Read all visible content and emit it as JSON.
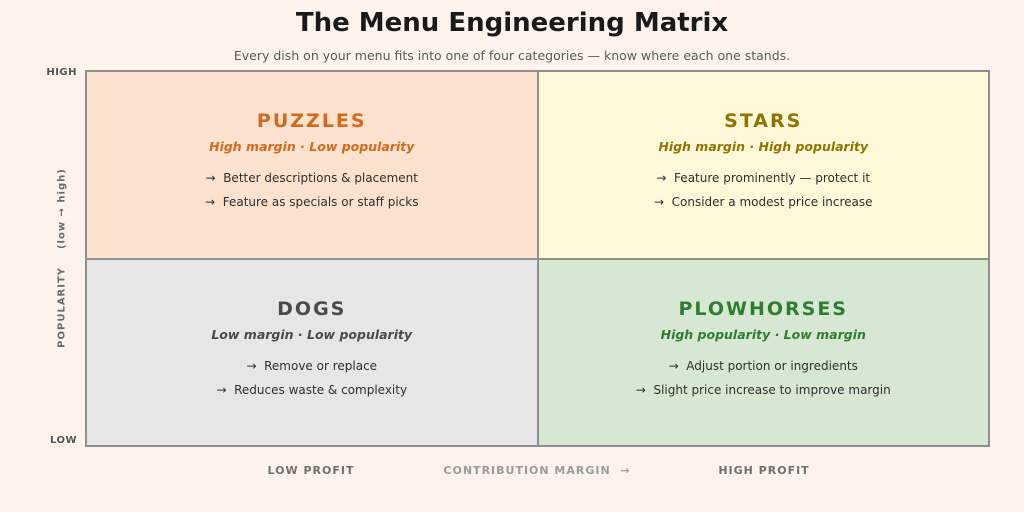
{
  "title": "The Menu Engineering Matrix",
  "subtitle": "Every dish on your menu fits into one of four categories — know where each one stands.",
  "axes": {
    "y_label": "POPULARITY    (low → high)",
    "y_high": "HIGH",
    "y_low": "LOW",
    "x_left": "LOW PROFIT",
    "x_center": "CONTRIBUTION MARGIN  →",
    "x_right": "HIGH PROFIT"
  },
  "colors": {
    "page_bg": "#fdf3ec",
    "border": "#8f8f8f",
    "tip_text": "#2f2f2f"
  },
  "quadrants": [
    {
      "id": "puzzles",
      "name": "PUZZLES",
      "tagline": "High margin · Low popularity",
      "tips": [
        "→  Better descriptions & placement",
        "→  Feature as specials or staff picks"
      ],
      "bg": "#fbe2cf",
      "accent": "#d2691e"
    },
    {
      "id": "stars",
      "name": "STARS",
      "tagline": "High margin · High popularity",
      "tips": [
        "→  Feature prominently — protect it",
        "→  Consider a modest price increase"
      ],
      "bg": "#fdf9d8",
      "accent": "#8f7400"
    },
    {
      "id": "dogs",
      "name": "DOGS",
      "tagline": "Low margin · Low popularity",
      "tips": [
        "→  Remove or replace",
        "→  Reduces waste & complexity"
      ],
      "bg": "#e6e6e6",
      "accent": "#4a4a4a"
    },
    {
      "id": "plowhorses",
      "name": "PLOWHORSES",
      "tagline": "High popularity · Low margin",
      "tips": [
        "→  Adjust portion or ingredients",
        "→  Slight price increase to improve margin"
      ],
      "bg": "#d6e8d2",
      "accent": "#2e7d32"
    }
  ]
}
